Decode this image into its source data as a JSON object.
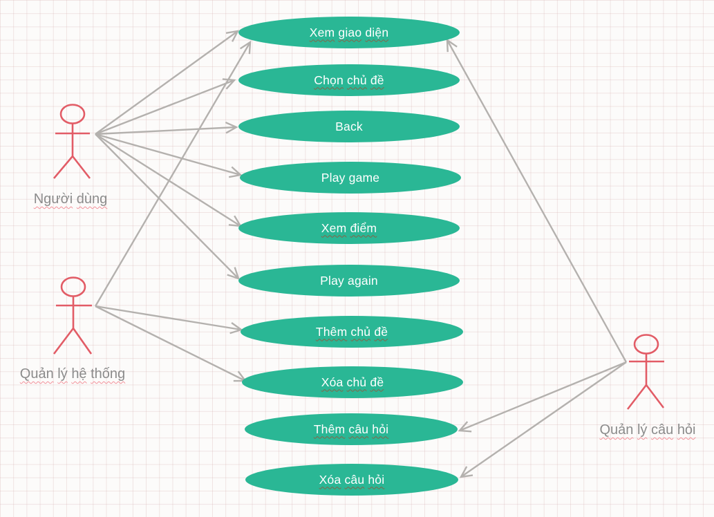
{
  "diagram": {
    "type": "use-case-diagram",
    "grid": "on",
    "theme": {
      "usecase_fill": "#2ab795",
      "usecase_text_color": "#ffffff",
      "actor_color": "#e25c66",
      "actor_label_color": "#8b8b8b",
      "connector_color": "#b4b1ae",
      "spellcheck_underline_on_usecase": "#a04b32",
      "spellcheck_underline_on_label": "#f28a93",
      "background": "#fcfbfa"
    },
    "actors": [
      {
        "id": "nguoi-dung",
        "label": "Người dùng",
        "squiggle": true
      },
      {
        "id": "quan-ly-he-thong",
        "label": "Quản lý hệ thống",
        "squiggle": true
      },
      {
        "id": "quan-ly-cau-hoi",
        "label": "Quản lý câu hỏi",
        "squiggle": true
      }
    ],
    "use_cases": [
      {
        "id": "xem-giao-dien",
        "label": "Xem giao diện",
        "squiggle": true
      },
      {
        "id": "chon-chu-de",
        "label": "Chọn chủ đề",
        "squiggle": true
      },
      {
        "id": "back",
        "label": "Back",
        "squiggle": false
      },
      {
        "id": "play-game",
        "label": "Play game",
        "squiggle": false
      },
      {
        "id": "xem-diem",
        "label": "Xem điểm",
        "squiggle": true
      },
      {
        "id": "play-again",
        "label": "Play again",
        "squiggle": false
      },
      {
        "id": "them-chu-de",
        "label": "Thêm chủ đề",
        "squiggle": true
      },
      {
        "id": "xoa-chu-de",
        "label": "Xóa chủ đề",
        "squiggle": true
      },
      {
        "id": "them-cau-hoi",
        "label": "Thêm câu hỏi",
        "squiggle": true
      },
      {
        "id": "xoa-cau-hoi",
        "label": "Xóa câu hỏi",
        "squiggle": true
      }
    ],
    "connections": [
      {
        "from": "nguoi-dung",
        "to": "xem-giao-dien"
      },
      {
        "from": "nguoi-dung",
        "to": "chon-chu-de"
      },
      {
        "from": "nguoi-dung",
        "to": "back"
      },
      {
        "from": "nguoi-dung",
        "to": "play-game"
      },
      {
        "from": "nguoi-dung",
        "to": "xem-diem"
      },
      {
        "from": "nguoi-dung",
        "to": "play-again"
      },
      {
        "from": "quan-ly-he-thong",
        "to": "xem-giao-dien"
      },
      {
        "from": "quan-ly-he-thong",
        "to": "them-chu-de"
      },
      {
        "from": "quan-ly-he-thong",
        "to": "xoa-chu-de"
      },
      {
        "from": "quan-ly-cau-hoi",
        "to": "xem-giao-dien"
      },
      {
        "from": "quan-ly-cau-hoi",
        "to": "them-cau-hoi"
      },
      {
        "from": "quan-ly-cau-hoi",
        "to": "xoa-cau-hoi"
      }
    ]
  }
}
